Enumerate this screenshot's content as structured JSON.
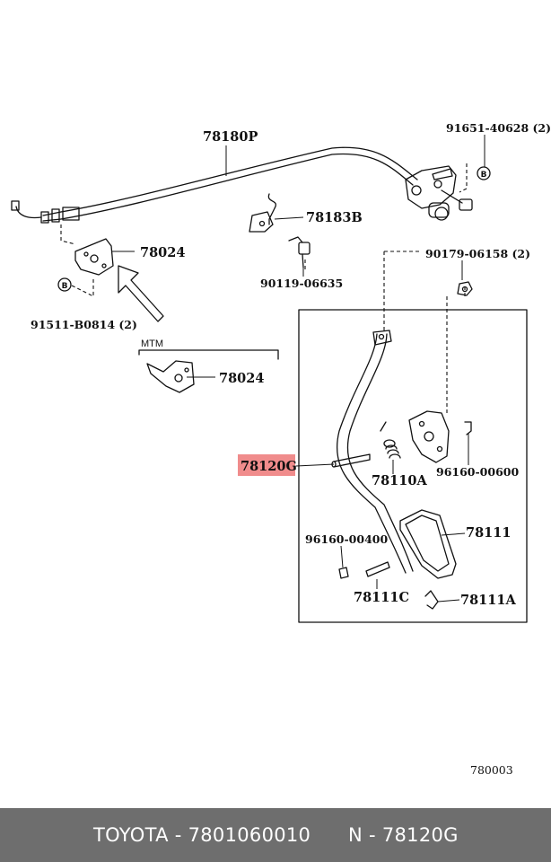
{
  "parts": {
    "cable_assembly": "78180P",
    "bolt_top_right": "91651-40628 (2)",
    "clamp": "78183B",
    "bracket_left": "78024",
    "bolt_clamp": "90119-06635",
    "nut_right": "90179-06158 (2)",
    "bolt_left": "91511-B0814 (2)",
    "mtm_note": "MTM",
    "bracket_mtm": "78024",
    "pedal_assembly": "78120G",
    "spring": "78110A",
    "pin_upper": "96160-00600",
    "pad": "78111",
    "pin_lower": "96160-00400",
    "pin_pad": "78111C",
    "clip_pad": "78111A",
    "callout_b_top": "B",
    "callout_b_left": "B"
  },
  "diagram_id": "780003",
  "highlight_color": "#f08c8c",
  "footer": {
    "brand_part": "TOYOTA - 7801060010",
    "ref": "N - 78120G"
  }
}
